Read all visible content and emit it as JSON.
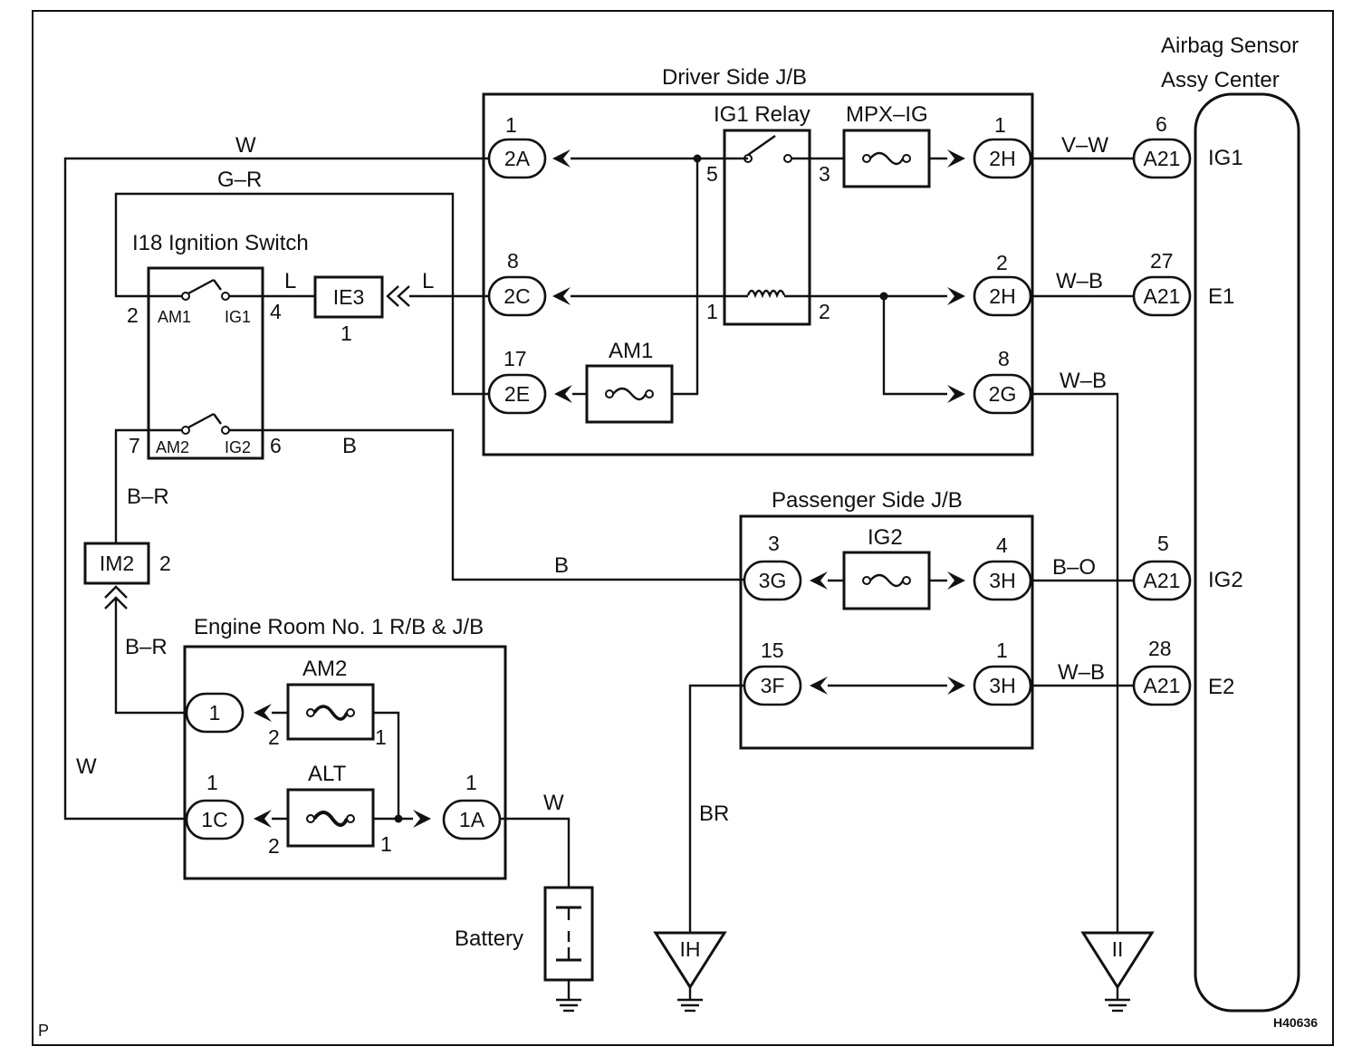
{
  "title_block": {
    "code": "H40636",
    "corner": "P"
  },
  "blocks": {
    "driver_jb": "Driver Side J/B",
    "passenger_jb": "Passenger Side J/B",
    "engine_rb": "Engine Room No. 1 R/B & J/B",
    "airbag_1": "Airbag Sensor",
    "airbag_2": "Assy Center",
    "ign_switch": "I18 Ignition Switch",
    "ig1_relay": "IG1 Relay",
    "battery": "Battery"
  },
  "fuses": {
    "mpx_ig": "MPX–IG",
    "am1": "AM1",
    "ig2": "IG2",
    "am2": "AM2",
    "alt": "ALT"
  },
  "connectors": {
    "c2A": "2A",
    "c2C": "2C",
    "c2E": "2E",
    "c2H_1": "2H",
    "c2H_2": "2H",
    "c2G": "2G",
    "c3G": "3G",
    "c3H_1": "3H",
    "c3F": "3F",
    "c3H_2": "3H",
    "a21_1": "A21",
    "a21_2": "A21",
    "a21_3": "A21",
    "a21_4": "A21",
    "c1": "1",
    "c1C": "1C",
    "c1A": "1A",
    "ie3": "IE3",
    "im2": "IM2"
  },
  "pins": {
    "p2A": "1",
    "p2C": "8",
    "p2E": "17",
    "p2H1": "1",
    "p2H2": "2",
    "p2G": "8",
    "a21_ig1": "6",
    "a21_e1": "27",
    "a21_ig2": "5",
    "a21_e2": "28",
    "p3G": "3",
    "p3H1": "4",
    "p3F": "15",
    "p3H2": "1",
    "relay_5": "5",
    "relay_3": "3",
    "relay_1": "1",
    "relay_2": "2",
    "sw_2": "2",
    "sw_4": "4",
    "sw_7": "7",
    "sw_6": "6",
    "ie3_pin": "1",
    "im2_pin": "2",
    "am2_2": "2",
    "am2_1": "1",
    "alt_2": "2",
    "alt_1": "1",
    "p1C": "1",
    "p1A": "1"
  },
  "terminals": {
    "am1": "AM1",
    "ig1": "IG1",
    "am2": "AM2",
    "ig2": "IG2",
    "ig1_sensor": "IG1",
    "e1": "E1",
    "ig2_sensor": "IG2",
    "e2": "E2"
  },
  "wire_colors": {
    "w_top": "W",
    "gr": "G–R",
    "l_1": "L",
    "l_2": "L",
    "vw": "V–W",
    "wb_1": "W–B",
    "wb_2": "W–B",
    "b_1": "B",
    "b_2": "B",
    "br_1": "B–R",
    "br_2": "B–R",
    "bo": "B–O",
    "wb_3": "W–B",
    "w_left": "W",
    "w_batt": "W",
    "brown": "BR"
  },
  "grounds": {
    "ih": "IH",
    "ii": "II"
  }
}
